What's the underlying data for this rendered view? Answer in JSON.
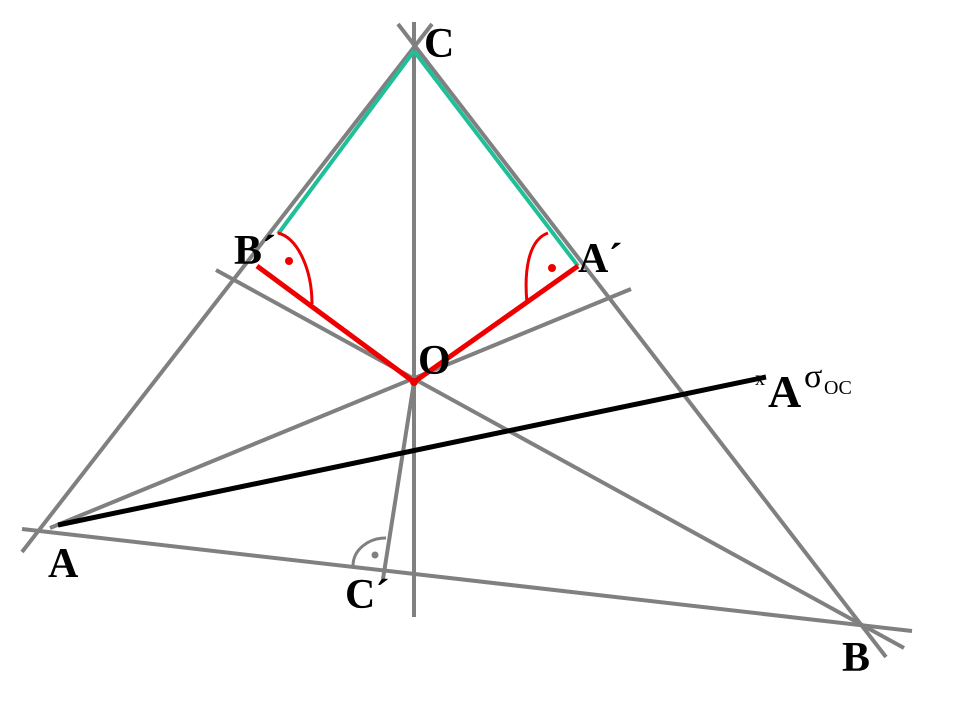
{
  "labels": {
    "C": "C",
    "O": "O",
    "A": "A",
    "B": "B",
    "B_prime": "B´",
    "A_prime": "A´",
    "C_prime": "C´",
    "A_sigma_base": "A",
    "A_sigma_sup": "σ",
    "A_sigma_sub": "OC",
    "cross_mark": "x"
  },
  "colors": {
    "construction_lines": "#808080",
    "perpendicular_segments": "#ee0000",
    "sides_to_C": "#1fbf9a",
    "reflection_segment": "#000000",
    "right_angle_marks": "#ee0000",
    "right_angle_mark_C_prime": "#808080",
    "labels": "#000000"
  }
}
